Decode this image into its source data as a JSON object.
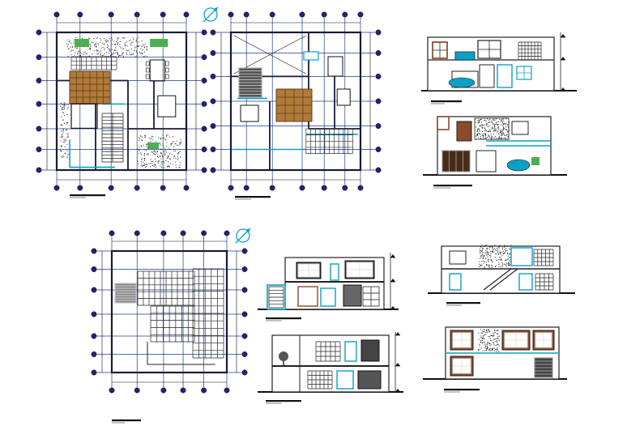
{
  "sheet": {
    "background": "#ffffff",
    "colors": {
      "grid": "#1a3c8c",
      "wall": "#1a1a3a",
      "cyan": "#0aa0c8",
      "wood": "#b07a3a",
      "bubble": "#2a1f7a",
      "green": "#4caf50",
      "brick": "#8b4a2b"
    },
    "icons": [
      "north-arrow-icon",
      "north-arrow-icon",
      "car-icon",
      "car-icon",
      "tree-icon"
    ]
  },
  "drawings": [
    {
      "id": "ground-floor-plan"
    },
    {
      "id": "first-floor-plan"
    },
    {
      "id": "roof-plan"
    },
    {
      "id": "elevation-1"
    },
    {
      "id": "elevation-2"
    },
    {
      "id": "section-1"
    },
    {
      "id": "section-2"
    },
    {
      "id": "elevation-3"
    },
    {
      "id": "elevation-4"
    }
  ]
}
